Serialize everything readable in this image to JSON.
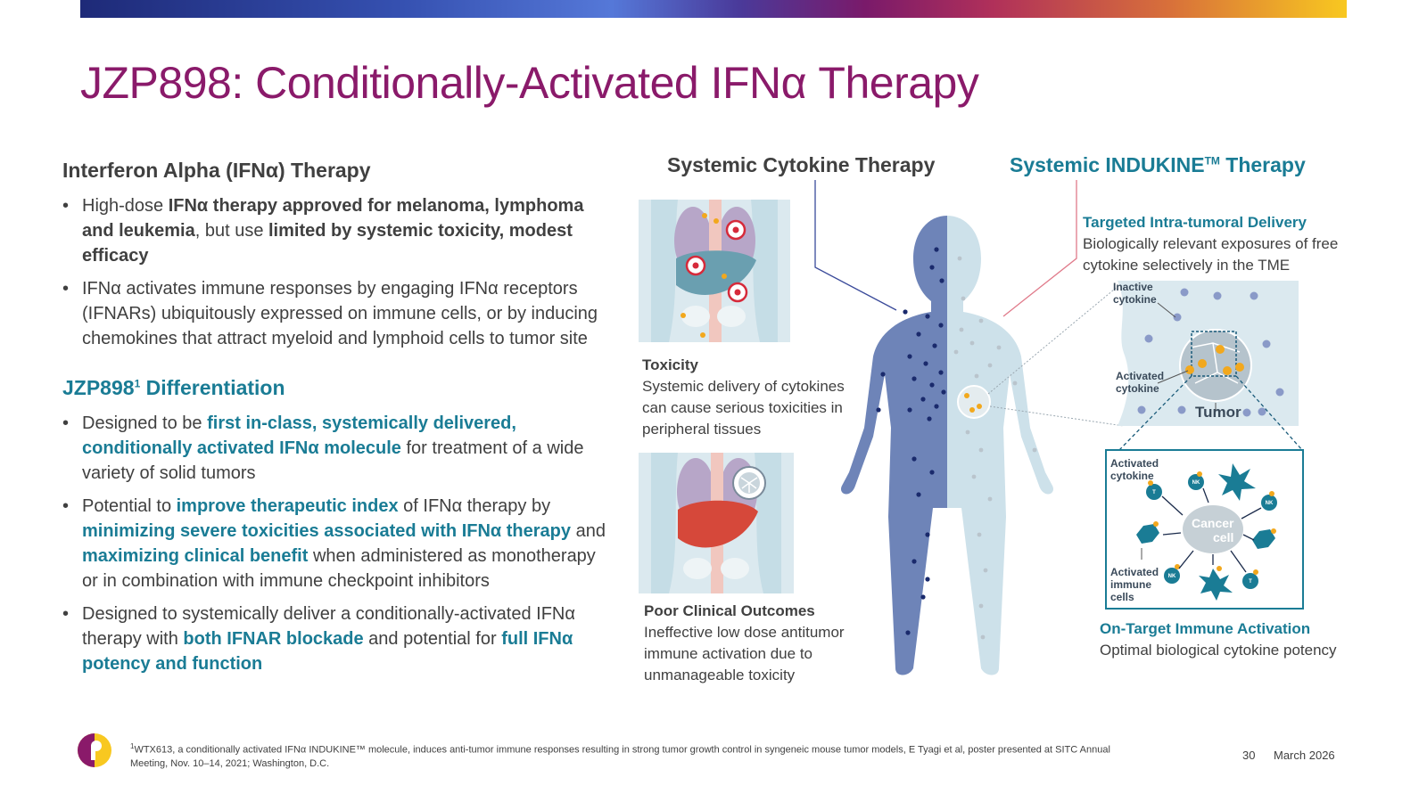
{
  "title": "JZP898: Conditionally-Activated IFNα Therapy",
  "left": {
    "heading1": "Interferon Alpha (IFNα) Therapy",
    "bullets1": [
      {
        "t1": "High-dose ",
        "b1": "IFNα therapy approved for melanoma, lymphoma and leukemia",
        "t2": ", but use ",
        "b2": "limited by systemic toxicity, modest efficacy"
      },
      {
        "text": "IFNα activates immune responses by engaging IFNα receptors (IFNARs) ubiquitously expressed on immune cells, or by inducing chemokines that attract myeloid and lymphoid cells to tumor site"
      }
    ],
    "heading2": "JZP898",
    "heading2_sup": "1",
    "heading2_rest": " Differentiation",
    "bullets2": [
      {
        "t1": "Designed to be ",
        "h1": "first in-class, systemically delivered, conditionally activated IFNα molecule",
        "t2": " for treatment of a wide variety of solid tumors"
      },
      {
        "t1": "Potential to ",
        "h1": "improve therapeutic index",
        "t2": " of IFNα therapy by ",
        "h2": "minimizing severe toxicities associated with IFNα therapy",
        "t3": " and ",
        "h3": "maximizing clinical benefit",
        "t4": " when administered as monotherapy or in combination with immune checkpoint inhibitors"
      },
      {
        "t1": "Designed to systemically deliver a conditionally-activated IFNα therapy with ",
        "h1": "both IFNAR blockade",
        "t2": " and potential for ",
        "h2": "full IFNα potency and function"
      }
    ]
  },
  "diagram": {
    "systemic_heading": "Systemic Cytokine Therapy",
    "indukine_heading": "Systemic INDUKINE",
    "indukine_sup": "TM",
    "indukine_rest": " Therapy",
    "toxicity_title": "Toxicity",
    "toxicity_text": "Systemic delivery of cytokines can cause serious toxicities in peripheral tissues",
    "poor_title": "Poor Clinical Outcomes",
    "poor_text": "Ineffective low dose antitumor immune activation due to unmanageable toxicity",
    "targeted_title": "Targeted Intra-tumoral Delivery",
    "targeted_text": "Biologically relevant exposures of free cytokine selectively in the TME",
    "inactive_label": [
      "Inactive",
      "cytokine"
    ],
    "activated_label": [
      "Activated",
      "cytokine"
    ],
    "tumor_label": "Tumor",
    "inset_activated_label": [
      "Activated",
      "cytokine"
    ],
    "cancer_cell_label": [
      "Cancer",
      "cell"
    ],
    "immune_cells_label": [
      "Activated",
      "immune",
      "cells"
    ],
    "nk_label": "NK",
    "t_label": "T",
    "ontarget_title": "On-Target Immune Activation",
    "ontarget_text": "Optimal biological cytokine potency",
    "colors": {
      "teal": "#1a7c95",
      "body_dark": "#6e84b8",
      "body_light": "#cde1ea",
      "dot": "#1a2a6c",
      "orange": "#f2a81d",
      "red": "#d62a3a"
    }
  },
  "footer": {
    "footnote_sup": "1",
    "footnote": "WTX613, a conditionally activated IFNα INDUKINE™ molecule, induces anti-tumor immune responses resulting in strong tumor growth control in syngeneic mouse tumor models, E Tyagi et al, poster presented at SITC Annual Meeting, Nov. 10–14, 2021; Washington, D.C.",
    "page_number": "30",
    "date": "March 2026"
  }
}
